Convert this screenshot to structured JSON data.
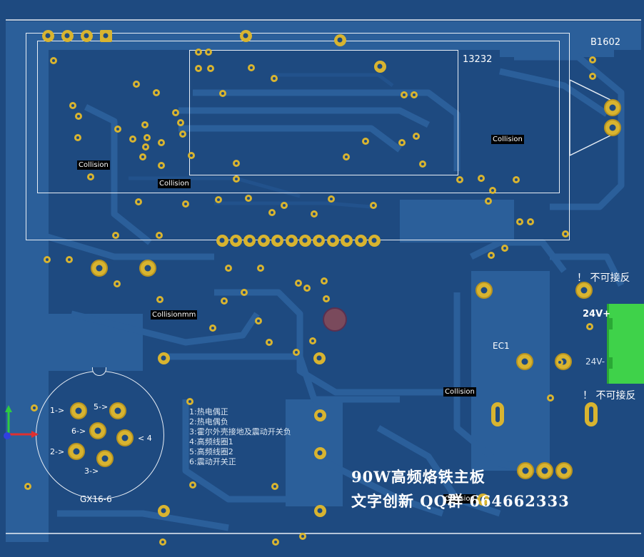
{
  "board": {
    "title_line1": "90W高频烙铁主板",
    "title_line2": "文字创新 QQ群 664662333"
  },
  "labels": {
    "lcd_module": "B1602",
    "chip": "13232",
    "cap": "EC1",
    "connector": "GX16-6",
    "power_pos": "24V+",
    "power_neg": "24V-",
    "warning_top": "！ 不可接反",
    "warning_bottom": "！ 不可接反"
  },
  "collision_tags": [
    "Collision",
    "Collision",
    "Collision",
    "Collisionmm",
    "Collision",
    "Collision"
  ],
  "pin_labels": [
    "1->",
    "5->",
    "6->",
    "< 4",
    "2->",
    "3->"
  ],
  "pin_legend": [
    "1:热电偶正",
    "2:热电偶负",
    "3:霍尔外壳接地及震动开关负",
    "4:高频线圈1",
    "5:高频线圈2",
    "6:震动开关正"
  ],
  "colors": {
    "board": "#1e4a80",
    "copper_pour": "#2b5f9a",
    "pad": "#d8b430",
    "silkscreen": "#ffffff",
    "connector": "#3fd24a"
  }
}
